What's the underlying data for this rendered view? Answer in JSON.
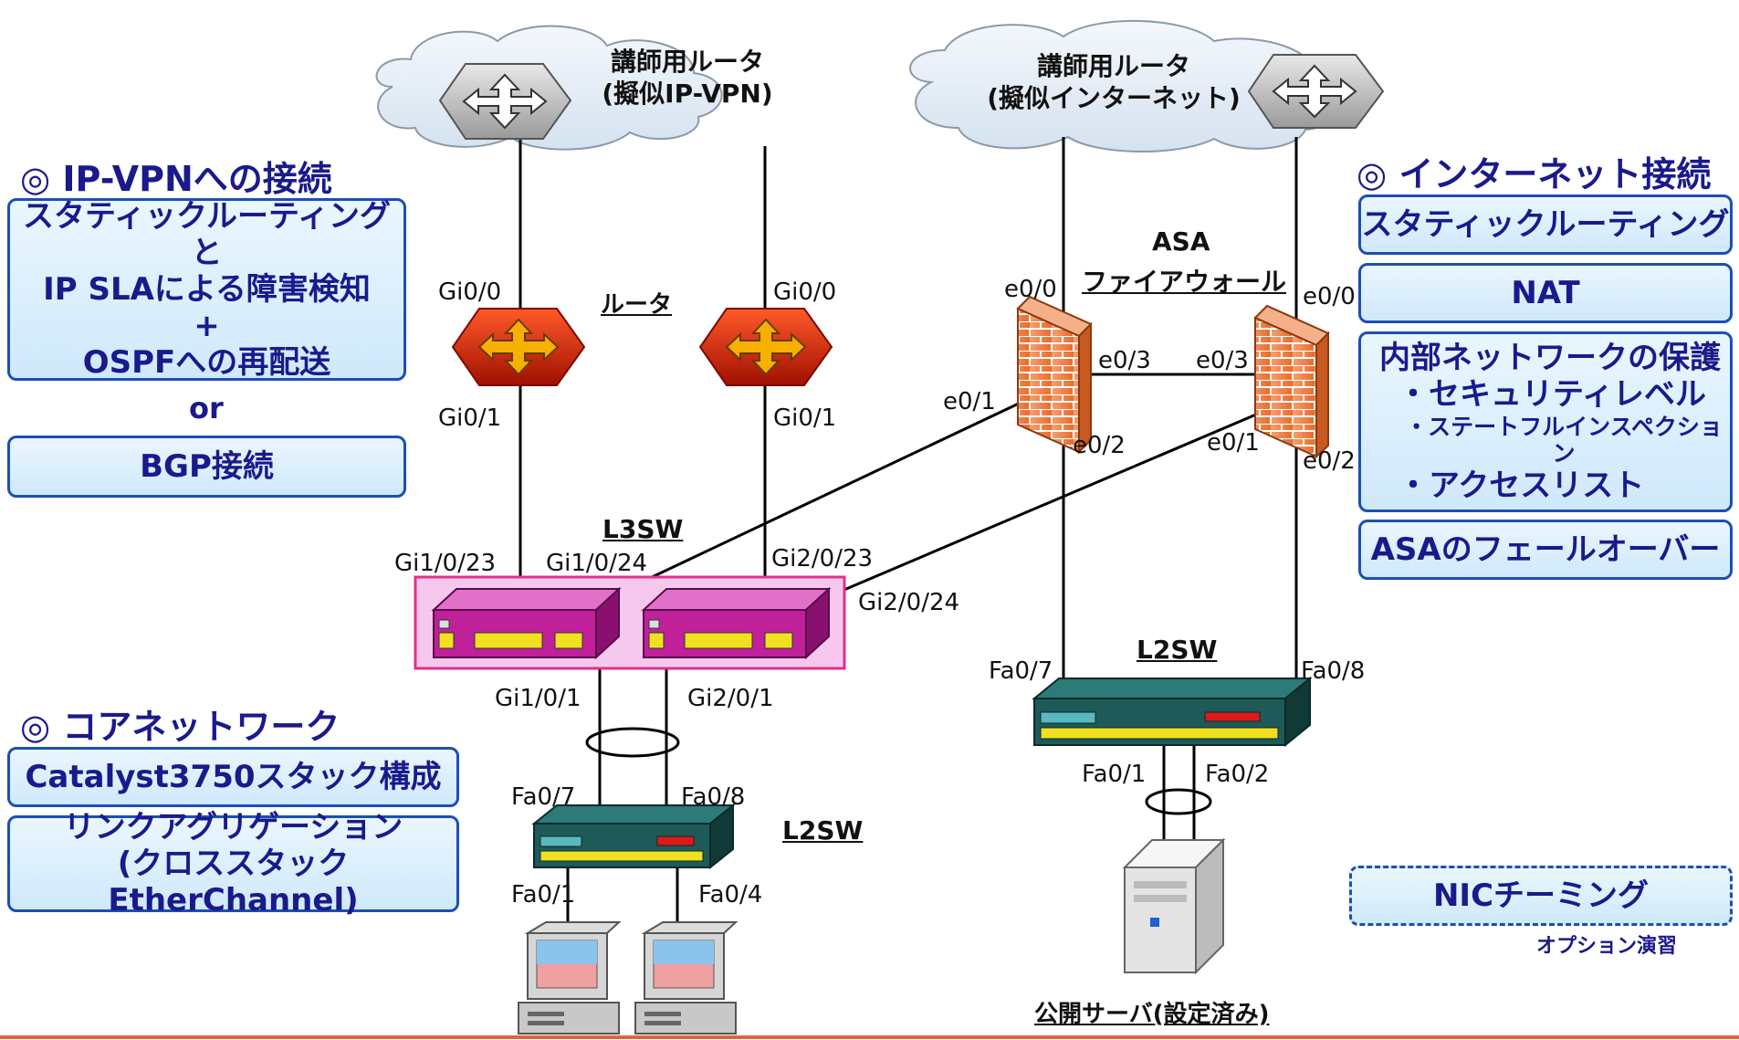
{
  "clouds": {
    "ipvpn": {
      "line1": "講師用ルータ",
      "line2": "(擬似IP-VPN)"
    },
    "internet": {
      "line1": "講師用ルータ",
      "line2": "(擬似インターネット)"
    }
  },
  "left_panel": {
    "ipvpn_heading": "◎ IP-VPNへの接続",
    "static_box": {
      "line1": "スタティックルーティングと",
      "line2": "IP SLAによる障害検知",
      "line3": "+",
      "line4": "OSPFへの再配送"
    },
    "or_label": "or",
    "bgp_box": "BGP接続",
    "core_heading": "◎ コアネットワーク",
    "stack_box": "Catalyst3750スタック構成",
    "linkagg_box": {
      "line1": "リンクアグリゲーション",
      "line2": "(クロススタックEtherChannel)"
    }
  },
  "right_panel": {
    "internet_heading": "◎ インターネット接続",
    "static_routing": "スタティックルーティング",
    "nat": "NAT",
    "protect_box": {
      "line1": "内部ネットワークの保護",
      "line2": "・セキュリティレベル",
      "line3": "・ステートフルインスペクション",
      "line4": "・アクセスリスト"
    },
    "failover": "ASAのフェールオーバー",
    "nic_teaming": "NICチーミング",
    "option_note": "オプション演習"
  },
  "device_titles": {
    "router": "ルータ",
    "asa_line1": "ASA",
    "asa_line2": "ファイアウォール",
    "l3sw": "L3SW",
    "l2sw_right": "L2SW",
    "l2sw_left": "L2SW",
    "server": "公開サーバ(設定済み)"
  },
  "ports": {
    "r1_gi00": "Gi0/0",
    "r1_gi01": "Gi0/1",
    "r2_gi00": "Gi0/0",
    "r2_gi01": "Gi0/1",
    "l3_gi1023": "Gi1/0/23",
    "l3_gi1024": "Gi1/0/24",
    "l3_gi2023": "Gi2/0/23",
    "l3_gi2024": "Gi2/0/24",
    "l3_gi101": "Gi1/0/1",
    "l3_gi201": "Gi2/0/1",
    "asa1_e00": "e0/0",
    "asa1_e03": "e0/3",
    "asa1_e01": "e0/1",
    "asa1_e02": "e0/2",
    "asa2_e00": "e0/0",
    "asa2_e03": "e0/3",
    "asa2_e01": "e0/1",
    "asa2_e02": "e0/2",
    "l2r_fa07": "Fa0/7",
    "l2r_fa08": "Fa0/8",
    "l2r_fa01": "Fa0/1",
    "l2r_fa02": "Fa0/2",
    "l2l_fa07": "Fa0/7",
    "l2l_fa08": "Fa0/8",
    "l2l_fa01": "Fa0/1",
    "l2l_fa04": "Fa0/4"
  },
  "colors": {
    "box_border": "#1b4fb3",
    "box_fill": "#d6edfb",
    "heading_text": "#1a1a8c",
    "router_red": "#d42a0a",
    "router_orange": "#f0a000",
    "switch_magenta": "#c0209a",
    "stack_pink": "#f7c8ee",
    "l2sw_teal": "#1d5a58",
    "firewall_orange": "#f07a3a",
    "bottom_line": "#e0643a"
  }
}
